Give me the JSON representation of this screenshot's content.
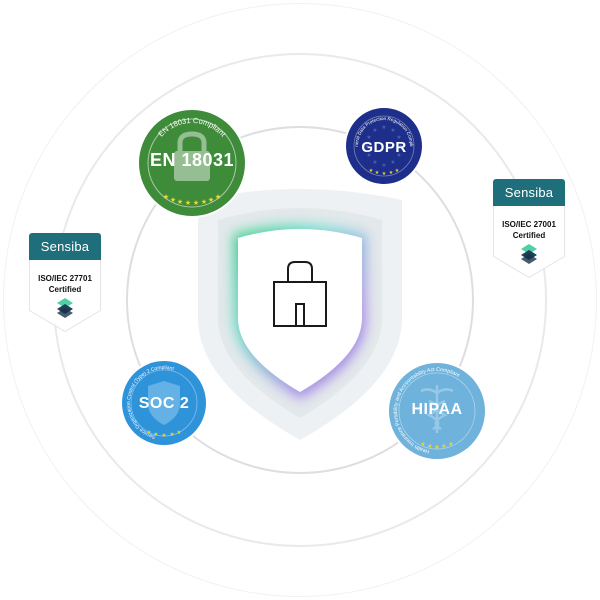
{
  "colors": {
    "ring": "#e6e6ea",
    "shield_glow_start": "#9b7df0",
    "shield_glow_end": "#3fd68f",
    "en_green": "#3e8b3a",
    "gdpr_blue": "#1d2f8a",
    "soc_blue": "#2f93da",
    "hipaa_blue": "#6fb3dc",
    "sensiba_teal": "#1f6e7b"
  },
  "center": {
    "icon": "lock-icon"
  },
  "seals": {
    "en": {
      "title": "EN 18031",
      "ring_text": "EN 18031 Compliant",
      "icon": "lock-icon"
    },
    "gdpr": {
      "title": "GDPR",
      "ring_text": "General Data Protection Regulation Compliant",
      "icon": "eu-stars-icon"
    },
    "soc": {
      "title": "SOC 2",
      "ring_text": "Service Organization Control (Type) 2 Compliant",
      "icon": "shield-icon"
    },
    "hipaa": {
      "title": "HIPAA",
      "ring_text": "Health Insurance Portability and Accountability Act Compliant",
      "icon": "caduceus-icon"
    }
  },
  "badges": {
    "left": {
      "brand": "Sensiba",
      "line1": "ISO/IEC 27701",
      "line2": "Certified",
      "icon": "sensiba-logo-icon"
    },
    "right": {
      "brand": "Sensiba",
      "line1": "ISO/IEC 27001",
      "line2": "Certified",
      "icon": "sensiba-logo-icon"
    }
  }
}
